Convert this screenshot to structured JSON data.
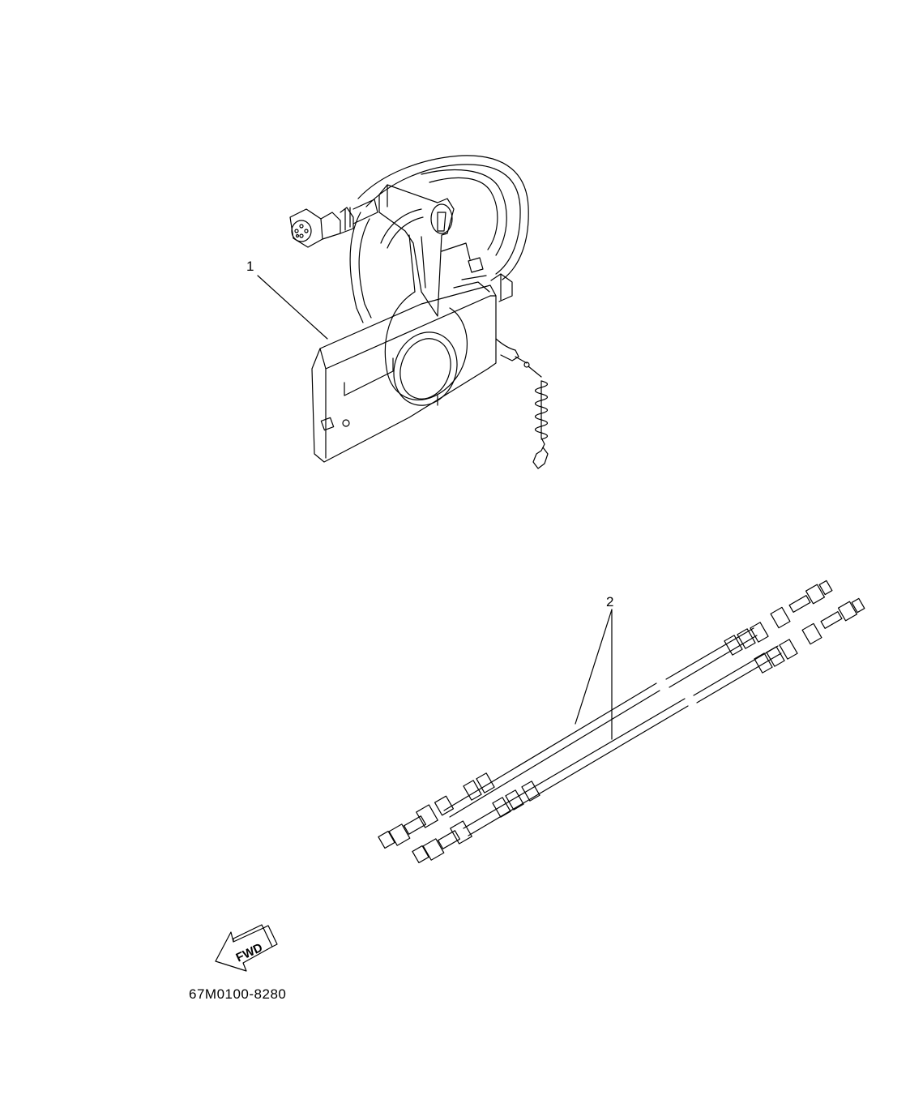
{
  "diagram": {
    "callouts": [
      {
        "label": "1"
      },
      {
        "label": "2"
      }
    ],
    "fwd_label": "FWD",
    "drawing_number": "67M0100-8280"
  },
  "colors": {
    "line": "#000000",
    "background": "#ffffff"
  },
  "icons": [
    "fwd-arrow-icon"
  ]
}
